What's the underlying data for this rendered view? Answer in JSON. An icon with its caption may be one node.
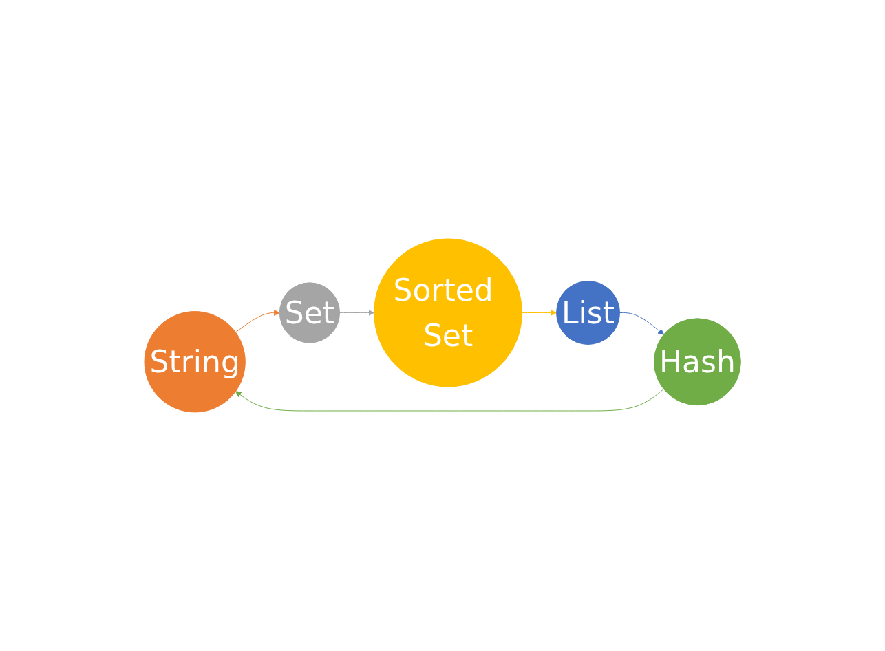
{
  "diagram": {
    "nodes": [
      {
        "text": [
          "String"
        ]
      },
      {
        "text": [
          "Set"
        ]
      },
      {
        "text": [
          "Sorted Set"
        ]
      },
      {
        "text": [
          "List"
        ]
      },
      {
        "text": [
          "Hash"
        ]
      }
    ],
    "edges": [
      {
        "from": 0,
        "to": 1,
        "arrow": "to",
        "color": "#ed7d31"
      },
      {
        "from": 1,
        "to": 2,
        "arrow": "to",
        "color": "#a5a5a5"
      },
      {
        "from": 2,
        "to": 3,
        "arrow": "to",
        "color": "#ffc000"
      },
      {
        "from": 3,
        "to": 4,
        "arrow": "to",
        "color": "#4472c4"
      },
      {
        "from": 4,
        "to": 0,
        "arrow": "to",
        "color": "#70ad47"
      }
    ]
  }
}
